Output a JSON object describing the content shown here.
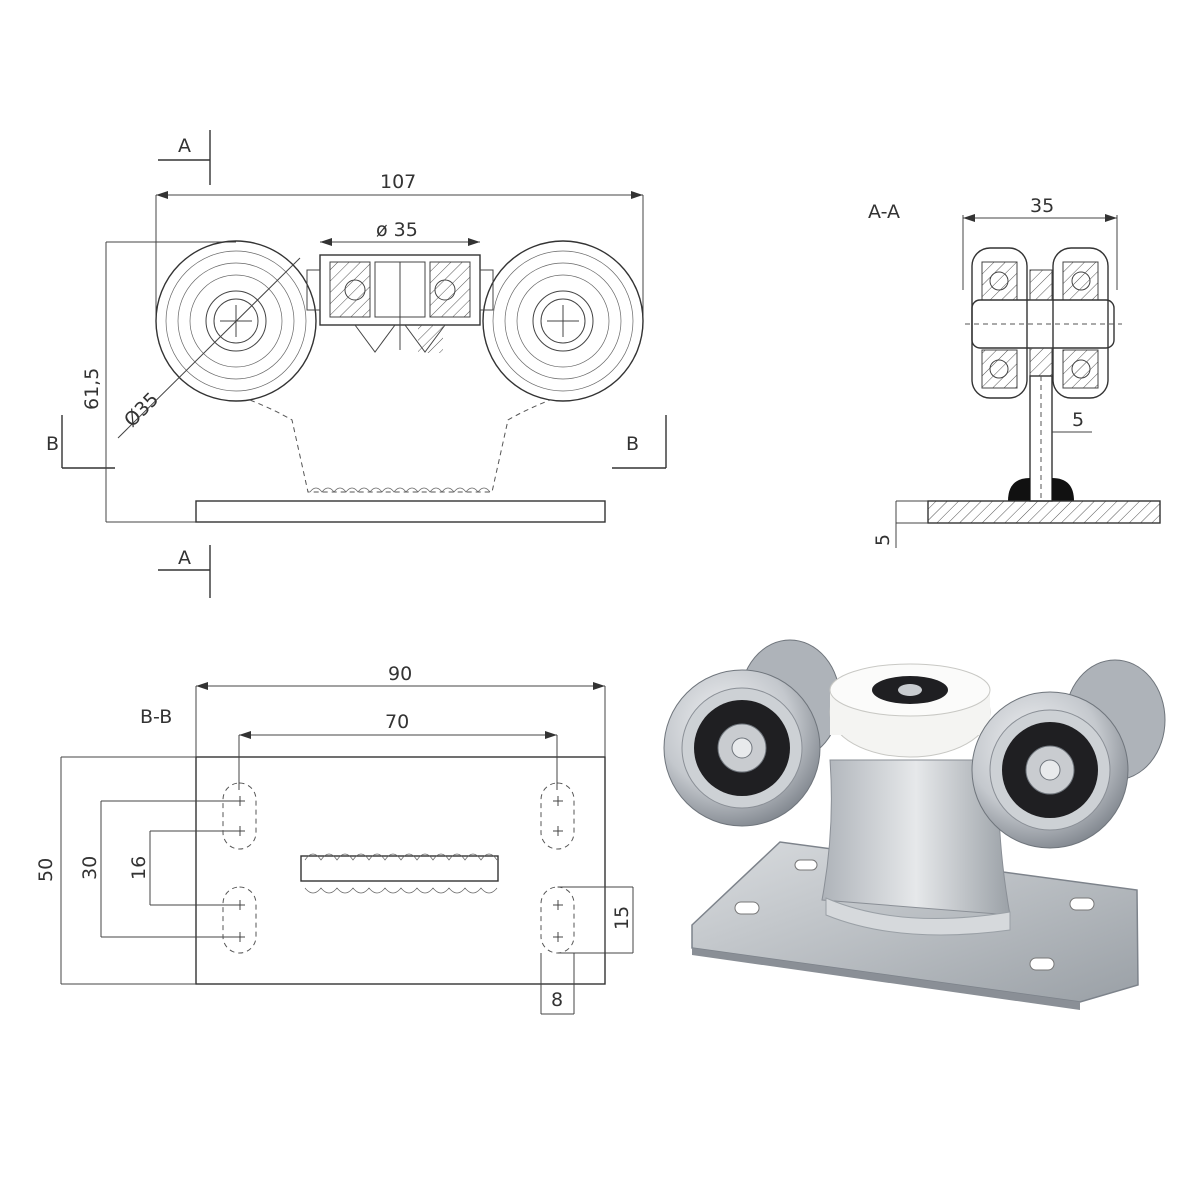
{
  "front_view": {
    "dim_width": "107",
    "dim_height": "61,5",
    "dim_wheel_diameter": "Ø35",
    "dim_guide_diameter": "ø 35",
    "section_a_top": "A",
    "section_a_bottom": "A",
    "section_b_left": "B",
    "section_b_right": "B"
  },
  "section_aa": {
    "title": "A-A",
    "dim_width": "35",
    "dim_post": "5",
    "dim_plate": "5"
  },
  "section_bb": {
    "title": "B-B",
    "dim_length": "90",
    "dim_slot_spacing": "70",
    "dim_height": "50",
    "dim_slot_outer": "30",
    "dim_slot_inner": "16",
    "dim_slot_length": "15",
    "dim_slot_width": "8"
  },
  "photo": {
    "colors": {
      "steel": "#c9ccd0",
      "dark_steel": "#8a8f96",
      "bearing": "#1f1f22",
      "nylon": "#f4f4f2"
    }
  }
}
